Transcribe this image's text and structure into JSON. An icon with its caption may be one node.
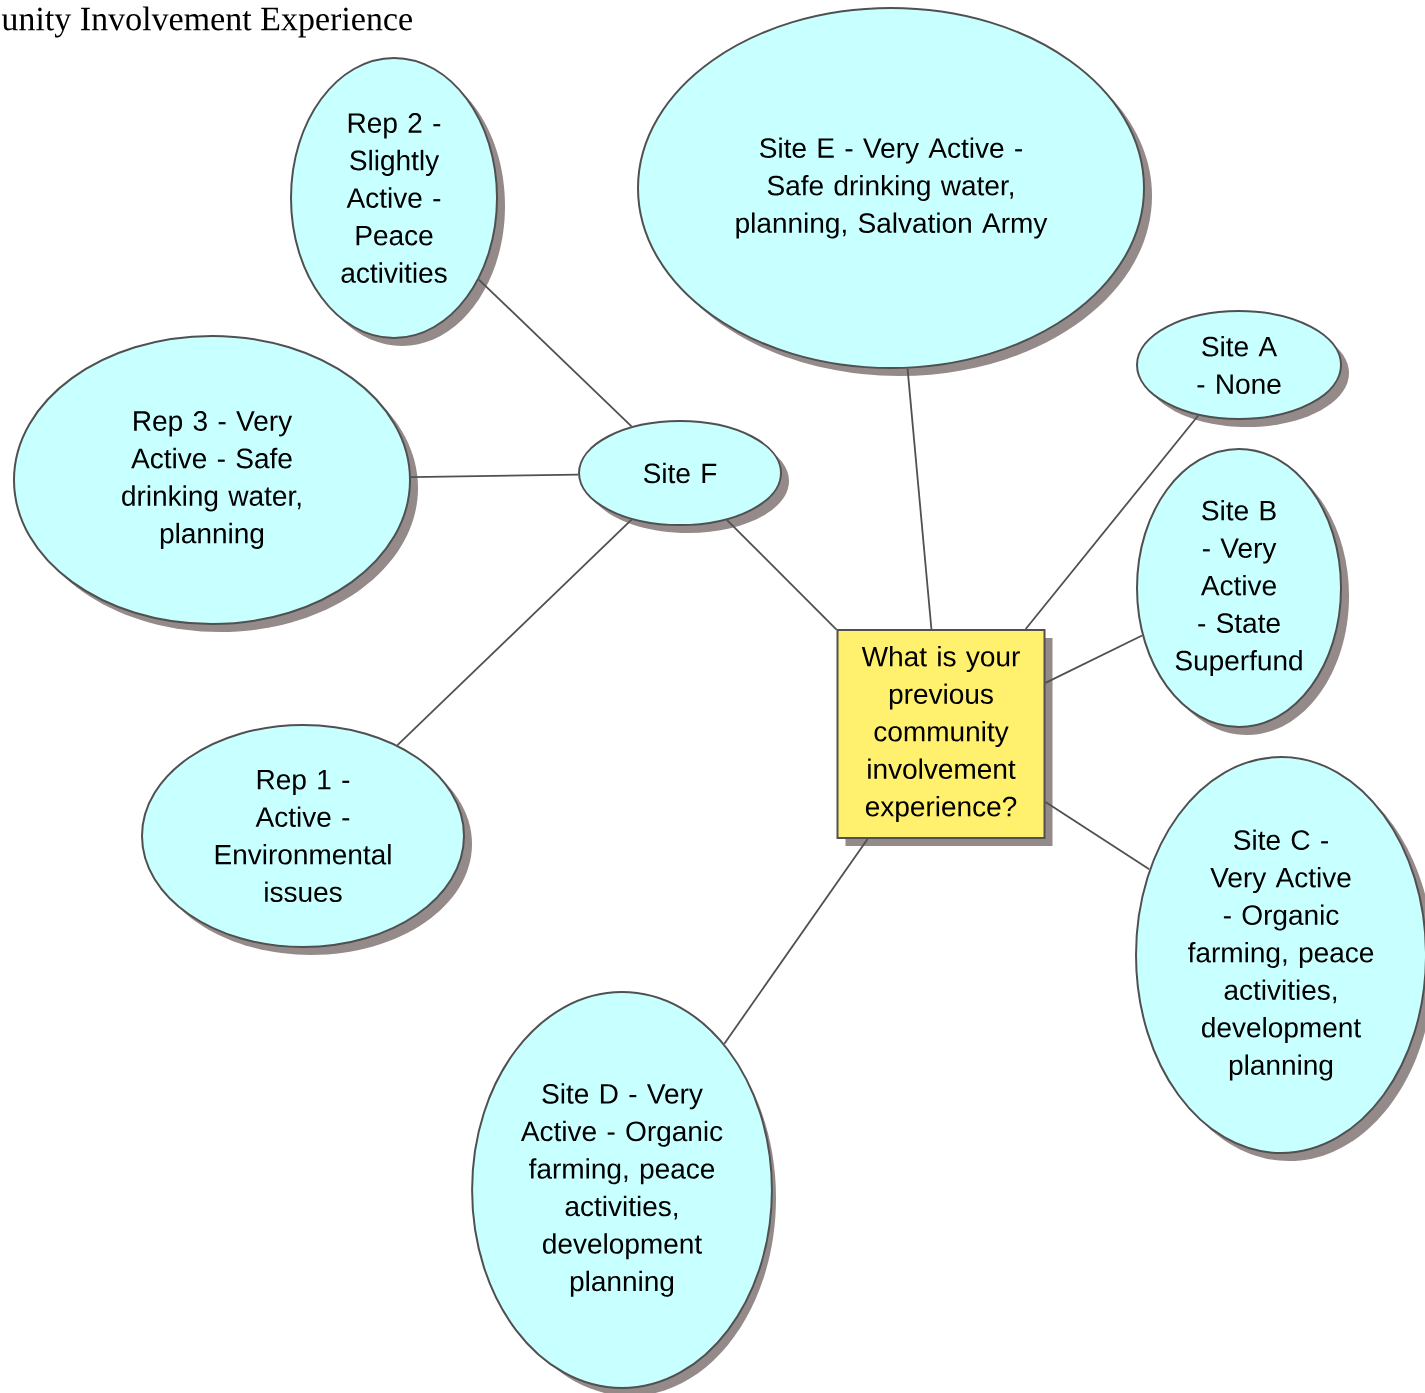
{
  "diagram": {
    "title": "unity Involvement Experience",
    "nodes": [
      {
        "text": [
          "What is your previous community involvement experience?"
        ]
      },
      {
        "text": [
          "Site E - Very Active - Safe drinking water, planning, Salvation Army"
        ]
      },
      {
        "text": [
          "Rep 2 - Slightly Active - Peace activities"
        ]
      },
      {
        "text": [
          "Rep 3 - Very Active - Safe drinking water, planning"
        ]
      },
      {
        "text": [
          "Site F"
        ]
      },
      {
        "text": [
          "Rep 1 - Active - Environmental issues"
        ]
      },
      {
        "text": [
          "Site D - Very Active - Organic farming, peace activities, development planning"
        ]
      },
      {
        "text": [
          "Site A - None"
        ]
      },
      {
        "text": [
          "Site B - Very Active - State Superfund"
        ]
      },
      {
        "text": [
          "Site C - Very Active - Organic farming, peace activities, development planning"
        ]
      }
    ],
    "edges": [
      {
        "from": 4,
        "to": 2,
        "arrow": "none"
      },
      {
        "from": 4,
        "to": 3,
        "arrow": "none"
      },
      {
        "from": 4,
        "to": 5,
        "arrow": "none"
      },
      {
        "from": 4,
        "to": 0,
        "arrow": "none"
      },
      {
        "from": 0,
        "to": 1,
        "arrow": "none"
      },
      {
        "from": 0,
        "to": 7,
        "arrow": "none"
      },
      {
        "from": 0,
        "to": 8,
        "arrow": "none"
      },
      {
        "from": 0,
        "to": 9,
        "arrow": "none"
      },
      {
        "from": 0,
        "to": 6,
        "arrow": "none"
      }
    ]
  }
}
